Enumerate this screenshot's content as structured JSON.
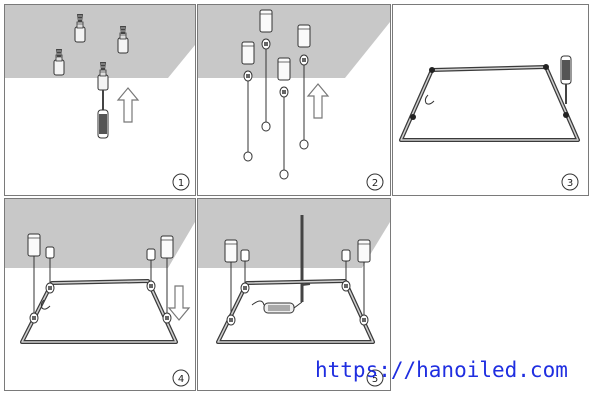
{
  "steps": [
    {
      "number": "1"
    },
    {
      "number": "2"
    },
    {
      "number": "3"
    },
    {
      "number": "4"
    },
    {
      "number": "5"
    }
  ],
  "watermark": {
    "text": "https://hanoiled.com",
    "color": "#1f2ee0"
  },
  "colors": {
    "ceiling": "#c8c8c8",
    "line": "#3a3a3a",
    "panel_fill": "#ffffff"
  }
}
